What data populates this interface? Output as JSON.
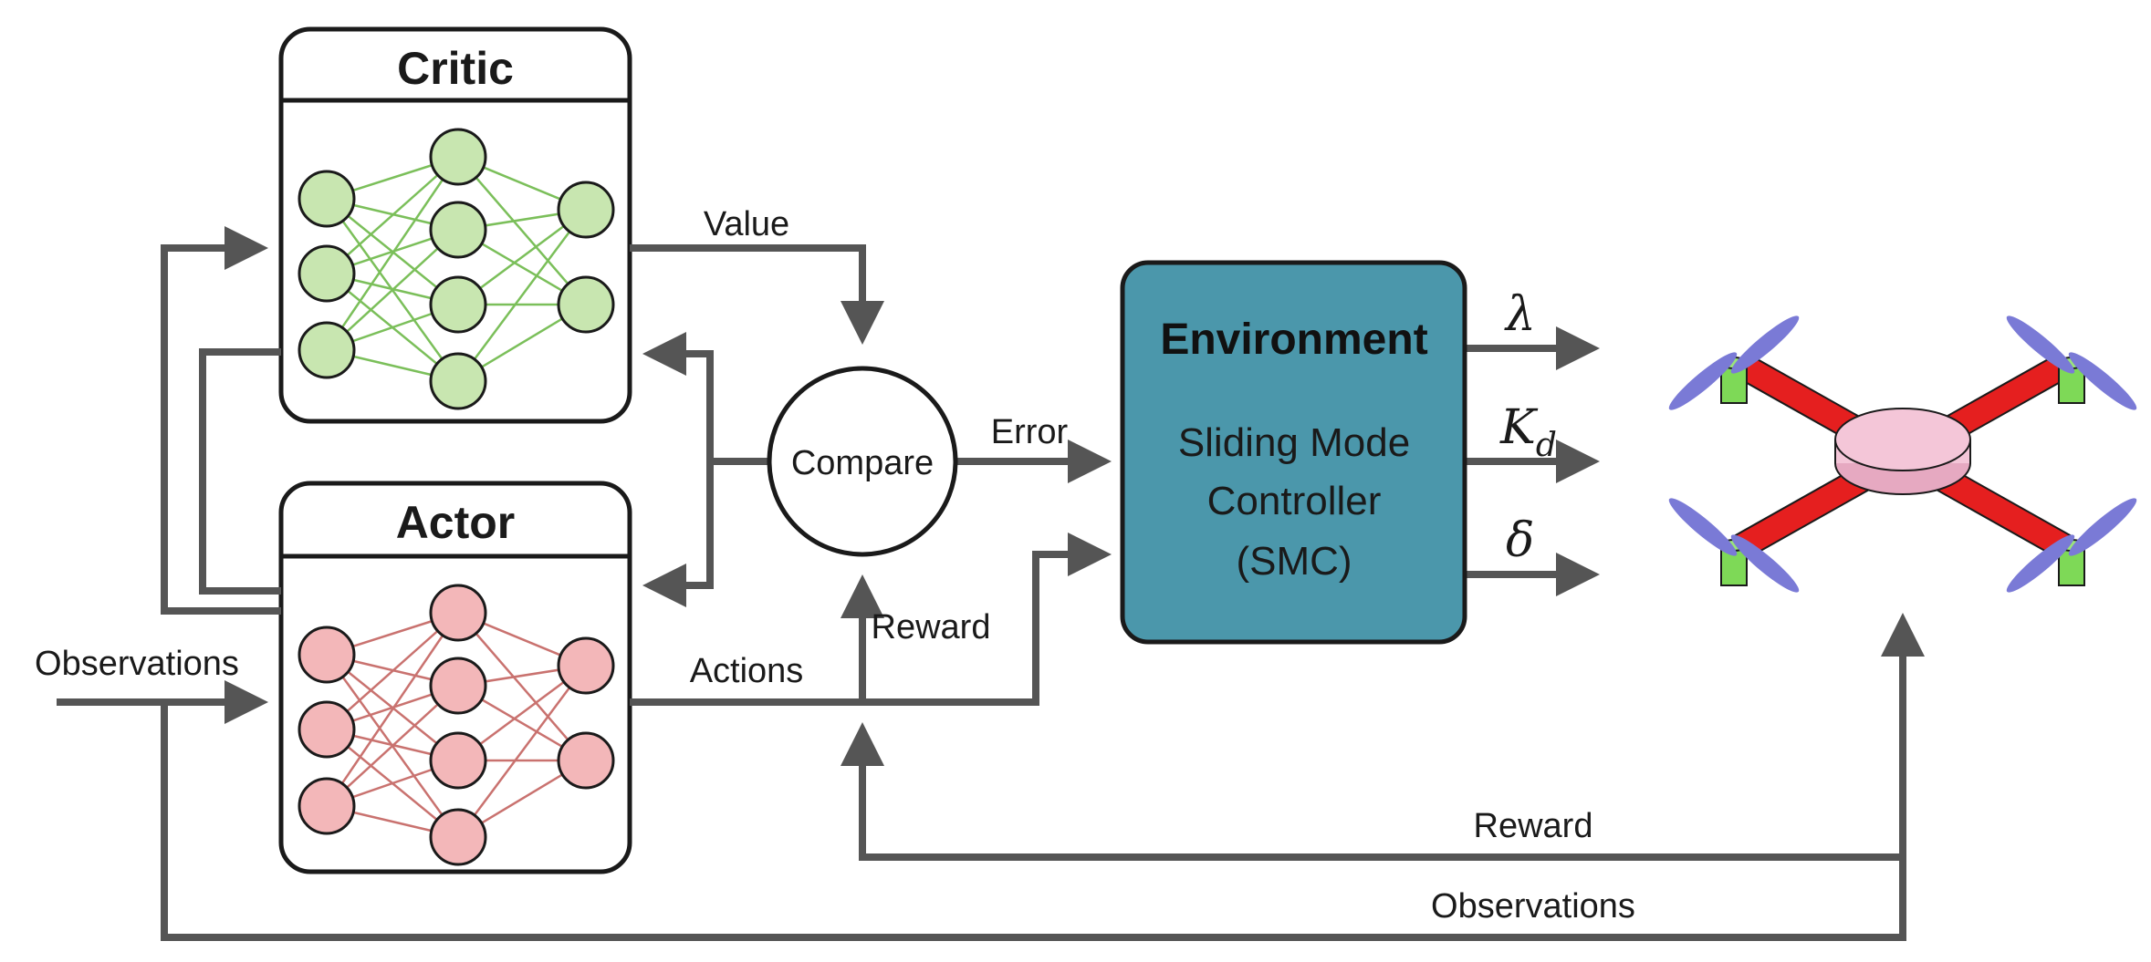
{
  "critic": {
    "title": "Critic"
  },
  "actor": {
    "title": "Actor"
  },
  "compare": {
    "label": "Compare"
  },
  "environment": {
    "title": "Environment",
    "line1": "Sliding Mode",
    "line2": "Controller",
    "line3": "(SMC)",
    "fill_color": "#4b97ab"
  },
  "signals": {
    "value": "Value",
    "error": "Error",
    "reward_upper": "Reward",
    "actions": "Actions",
    "observations_in": "Observations",
    "reward_lower": "Reward",
    "observations_lower": "Observations"
  },
  "outputs": {
    "lambda": "λ",
    "kd_base": "K",
    "kd_sub": "d",
    "delta": "δ"
  },
  "colors": {
    "critic_node": "#c8e6b0",
    "critic_edge": "#7bbf5a",
    "actor_node": "#f3b7b9",
    "actor_edge": "#c9726f",
    "wire": "#555555",
    "drone_arm": "#e51f1f",
    "drone_motor": "#7ed957",
    "drone_body": "#f4c6d8",
    "drone_propeller": "#7a7ad6"
  },
  "icons": [
    "quadcopter-icon"
  ]
}
